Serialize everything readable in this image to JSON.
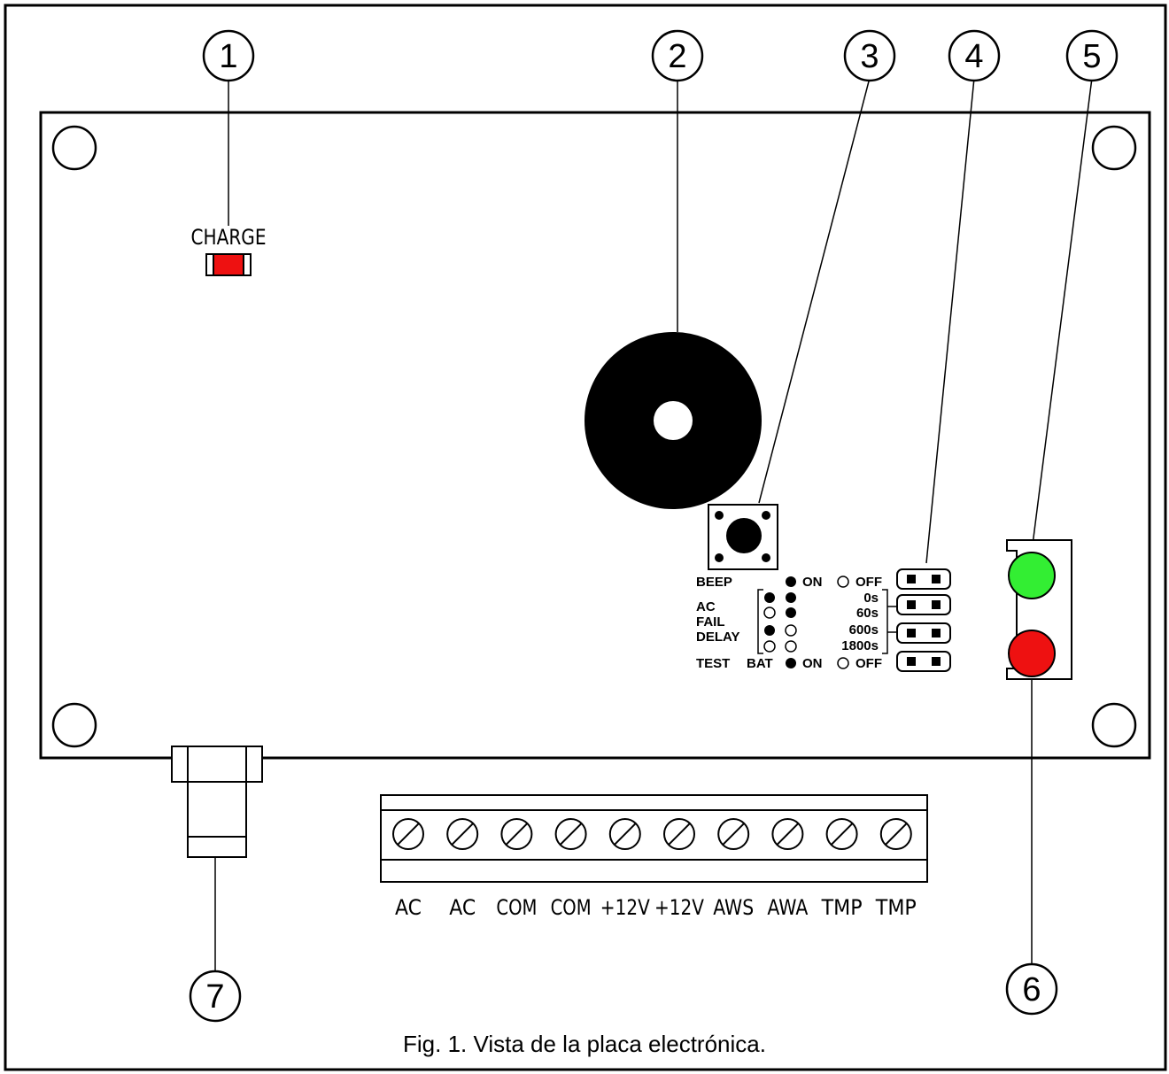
{
  "callouts": [
    "1",
    "2",
    "3",
    "4",
    "5",
    "6",
    "7"
  ],
  "charge_label": "CHARGE",
  "colors": {
    "charge_led": "#ee1111",
    "green_led": "#33ee33",
    "red_led": "#ee1111",
    "outline": "#000000"
  },
  "jumper_panel": {
    "beep": "BEEP",
    "on": "ON",
    "off": "OFF",
    "ac": "AC",
    "fail": "FAIL",
    "delay": "DELAY",
    "t0": "0s",
    "t60": "60s",
    "t600": "600s",
    "t1800": "1800s",
    "test": "TEST",
    "bat": "BAT"
  },
  "terminals": [
    "AC",
    "AC",
    "COM",
    "COM",
    "+12V",
    "+12V",
    "AWS",
    "AWA",
    "TMP",
    "TMP"
  ],
  "caption": "Fig. 1. Vista de la placa electrónica."
}
